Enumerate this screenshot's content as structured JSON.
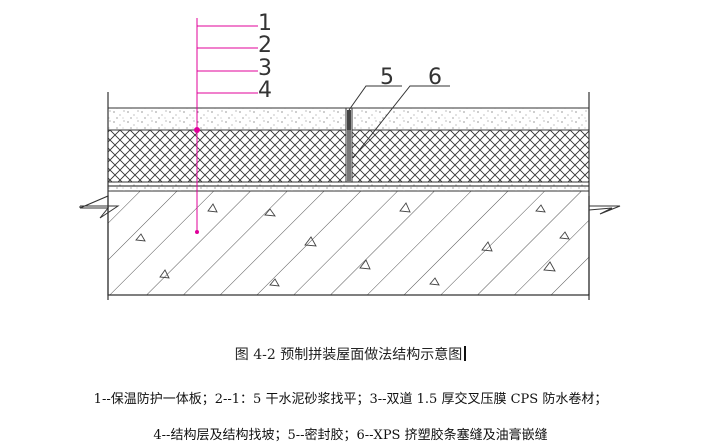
{
  "figure": {
    "callouts": [
      "1",
      "2",
      "3",
      "4",
      "5",
      "6"
    ]
  },
  "caption": "图 4-2   预制拼装屋面做法结构示意图",
  "legend": {
    "line1": "1--保温防护一体板；2--1：5 干水泥砂浆找平；3--双道 1.5 厚交叉压膜 CPS 防水卷材；",
    "line2": "4--结构层及结构找坡；5--密封胶；6--XPS 挤塑胶条塞缝及油膏嵌缝"
  },
  "colors": {
    "line": "#333333",
    "concrete_hatch": "#555555",
    "pink_marker": "#e0009a",
    "sealant": "#444444"
  }
}
